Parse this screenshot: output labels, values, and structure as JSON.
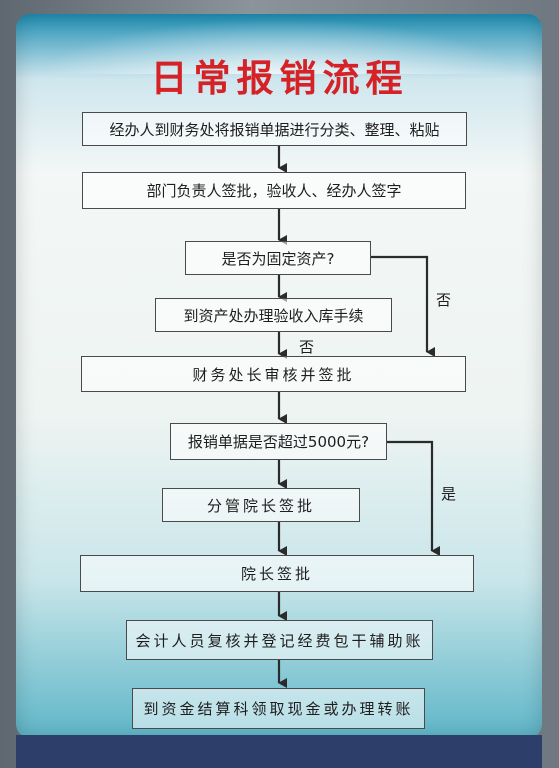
{
  "title": "日常报销流程",
  "steps": [
    "经办人到财务处将报销单据进行分类、整理、粘贴",
    "部门负责人签批，验收人、经办人签字",
    "是否为固定资产?",
    "到资产处办理验收入库手续",
    "财务处长审核并签批",
    "报销单据是否超过5000元?",
    "分管院长签批",
    "院长签批",
    "会计人员复核并登记经费包干辅助账",
    "到资金结算科领取现金或办理转账"
  ],
  "labels": {
    "fixed_asset_no": "否",
    "fixed_asset_no_center": "否",
    "over_5000_yes": "是"
  },
  "colors": {
    "title": "#d42227",
    "border": "#4a4a4a",
    "arrow": "#2b2b2b"
  }
}
